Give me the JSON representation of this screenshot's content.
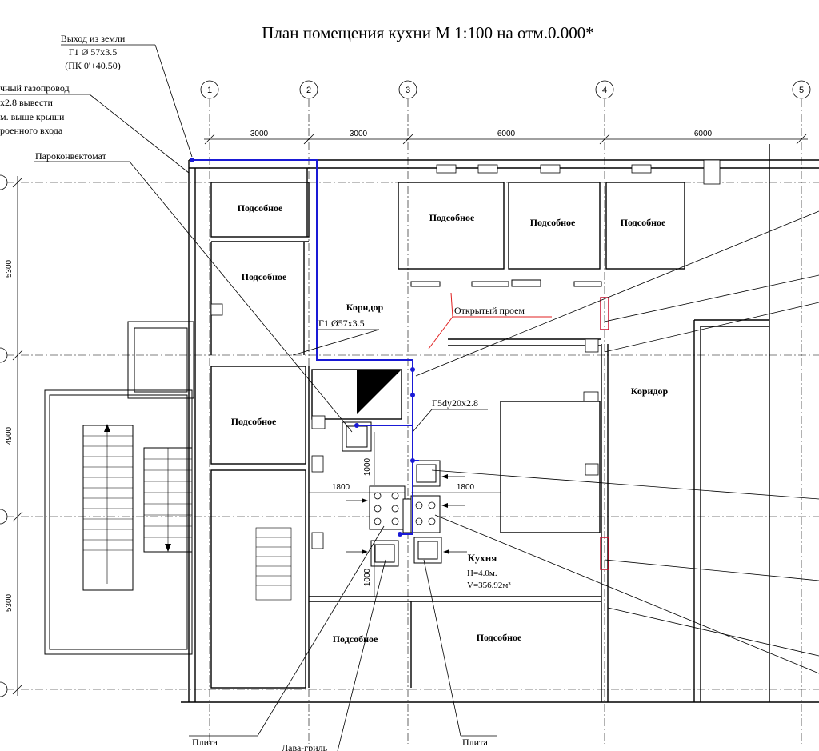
{
  "title": "План  помещения кухни М 1:100 на отм.0.000*",
  "axes": [
    "1",
    "2",
    "3",
    "4",
    "5"
  ],
  "dimensions": {
    "top": [
      "3000",
      "3000",
      "6000",
      "6000"
    ],
    "left": [
      "5300",
      "4900",
      "5300"
    ],
    "kitchen_width_left": "1800",
    "kitchen_width_right": "1800",
    "kitchen_depth_a": "1000",
    "kitchen_depth_b": "1000"
  },
  "notes": {
    "ground_exit_1": "Выход  из земли",
    "ground_exit_2": "Г1 Ø 57х3.5",
    "ground_exit_3": "(ПК 0'+40.50)",
    "gas_pipe_1": "чный газопровод",
    "gas_pipe_2": "х2.8 вывести",
    "gas_pipe_3": "м. выше крыши",
    "gas_pipe_4": "роенного входа",
    "combi_oven": "Пароконвектомат",
    "open_passage": "Открытый проем",
    "pipe_corridor": "Г1 Ø57х3.5",
    "pipe_kitchen": "Г5dy20х2.8",
    "stove_left": "Плита",
    "lava_grill": "Лава-гриль",
    "stove_right": "Плита"
  },
  "rooms": {
    "utility": "Подсобное",
    "corridor": "Коридор",
    "kitchen": "Кухня",
    "kitchen_height": "H=4.0м.",
    "kitchen_volume": "V=356.92м³"
  },
  "colors": {
    "gas_line": "#1a1ad6",
    "leader_red": "#e02020",
    "wall": "#000000",
    "hatch_red": "#c8102e"
  }
}
